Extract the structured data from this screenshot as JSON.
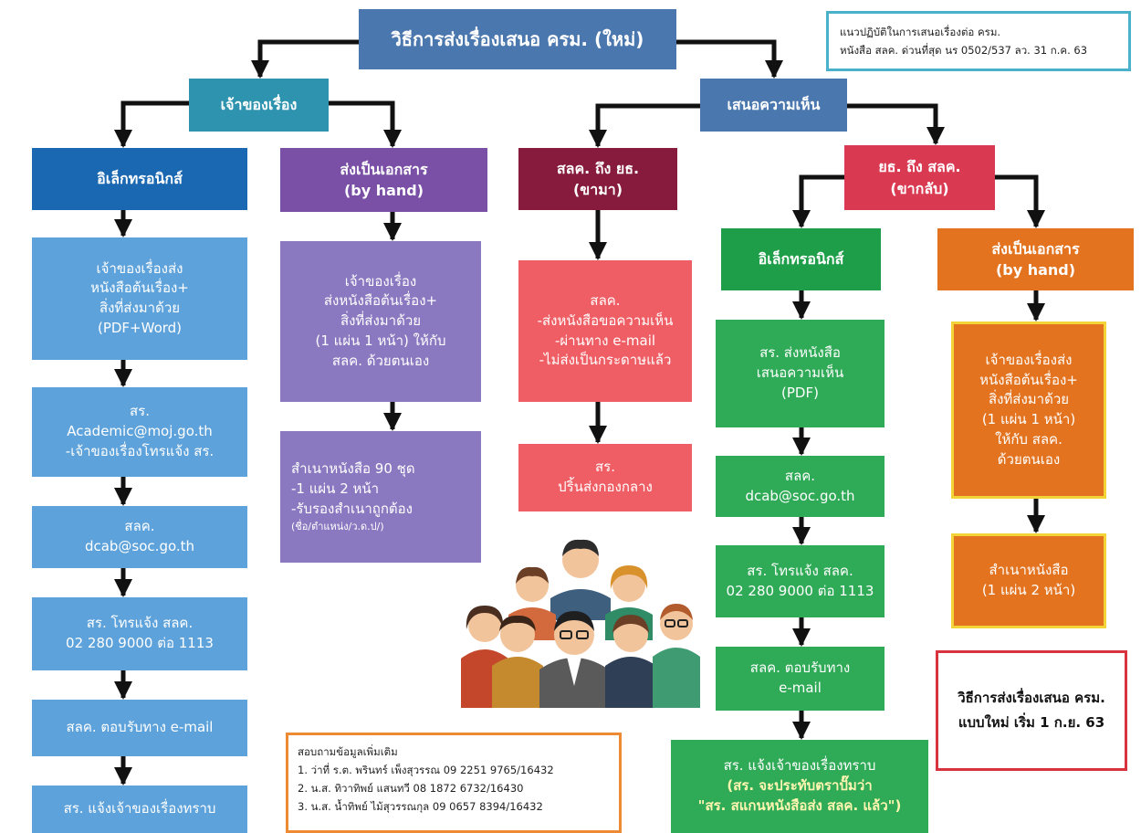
{
  "title": "วิธีการส่งเรื่องเสนอ ครม. (ใหม่)",
  "guideline_note": {
    "line1": "แนวปฏิบัติในการเสนอเรื่องต่อ ครม.",
    "line2": "หนังสือ สลค. ด่วนที่สุด นร 0502/537 ลว. 31 ก.ค. 63"
  },
  "owner": {
    "heading": "เจ้าของเรื่อง",
    "electronic": {
      "heading": "อิเล็กทรอนิกส์",
      "steps": [
        [
          "เจ้าของเรื่องส่ง",
          "หนังสือต้นเรื่อง+",
          "สิ่งที่ส่งมาด้วย",
          "(PDF+Word)"
        ],
        [
          "สร.",
          "Academic@moj.go.th",
          "-เจ้าของเรื่องโทรแจ้ง สร."
        ],
        [
          "สลค.",
          "dcab@soc.go.th"
        ],
        [
          "สร. โทรแจ้ง สลค.",
          "02 280 9000 ต่อ 1113"
        ],
        [
          "สลค. ตอบรับทาง e-mail"
        ],
        [
          "สร. แจ้งเจ้าของเรื่องทราบ"
        ]
      ]
    },
    "by_hand": {
      "heading_line1": "ส่งเป็นเอกสาร",
      "heading_line2": "(by hand)",
      "step1": [
        "เจ้าของเรื่อง",
        "ส่งหนังสือต้นเรื่อง+",
        "สิ่งที่ส่งมาด้วย",
        "(1 แผ่น 1 หน้า) ให้กับ",
        "สลค. ด้วยตนเอง"
      ],
      "step2": {
        "lines": [
          "สำเนาหนังสือ 90 ชุด",
          "-1 แผ่น 2 หน้า",
          "-รับรองสำเนาถูกต้อง"
        ],
        "note": "(ชื่อ/ตำแหน่ง/ว.ด.ป/)"
      }
    }
  },
  "opinion": {
    "heading": "เสนอความเห็น",
    "outbound": {
      "heading_line1": "สลค. ถึง ยธ.",
      "heading_line2": "(ขามา)",
      "step1": [
        "สลค.",
        "-ส่งหนังสือขอความเห็น",
        "-ผ่านทาง e-mail",
        "-ไม่ส่งเป็นกระดาษแล้ว"
      ],
      "step2": [
        "สร.",
        "ปริ้นส่งกองกลาง"
      ]
    },
    "inbound": {
      "heading_line1": "ยธ. ถึง สลค.",
      "heading_line2": "(ขากลับ)",
      "electronic": {
        "heading": "อิเล็กทรอนิกส์",
        "steps": [
          [
            "สร. ส่งหนังสือ",
            "เสนอความเห็น",
            "(PDF)"
          ],
          [
            "สลค.",
            "dcab@soc.go.th"
          ],
          [
            "สร. โทรแจ้ง สลค.",
            "02 280 9000 ต่อ 1113"
          ],
          [
            "สลค. ตอบรับทาง",
            "e-mail"
          ]
        ],
        "final": {
          "line1": "สร. แจ้งเจ้าของเรื่องทราบ",
          "line2": "(สร. จะประทับตราปั๊มว่า",
          "line3": "\"สร. สแกนหนังสือส่ง สลค. แล้ว\")"
        }
      },
      "by_hand": {
        "heading_line1": "ส่งเป็นเอกสาร",
        "heading_line2": "(by hand)",
        "step1": [
          "เจ้าของเรื่องส่ง",
          "หนังสือต้นเรื่อง+",
          "สิ่งที่ส่งมาด้วย",
          "(1 แผ่น 1 หน้า)",
          "ให้กับ สลค.",
          "ด้วยตนเอง"
        ],
        "step2": [
          "สำเนาหนังสือ",
          "(1 แผ่น 2 หน้า)"
        ]
      }
    }
  },
  "contact": {
    "heading": "สอบถามข้อมูลเพิ่มเติม",
    "items": [
      "1. ว่าที่ ร.ต. พรินทร์ เพ็งสุวรรณ 09 2251 9765/16432",
      "2. น.ส. ทิวาทิพย์ แสนทวี 08 1872 6732/16430",
      "3. น.ส. น้ำทิพย์ ไม้สุวรรณกุล 09 0657 8394/16432"
    ]
  },
  "start_note": {
    "line1": "วิธีการส่งเรื่องเสนอ ครม.",
    "line2": "แบบใหม่ เริ่ม 1 ก.ย. 63"
  },
  "colors": {
    "title": "#4a77ae",
    "owner_heading": "#2d93ae",
    "opinion_heading": "#4a77ae",
    "electronic_left": "#1a67b2",
    "steps_left": "#5da2db",
    "by_hand_left": "#7a4fa6",
    "steps_by_hand_left": "#8a78c0",
    "outbound": "#861b3d",
    "outbound_steps": "#ef5e64",
    "inbound": "#d93a52",
    "inbound_electronic": "#1f9e4a",
    "inbound_by_hand": "#e3731f",
    "connector": "#111111"
  }
}
